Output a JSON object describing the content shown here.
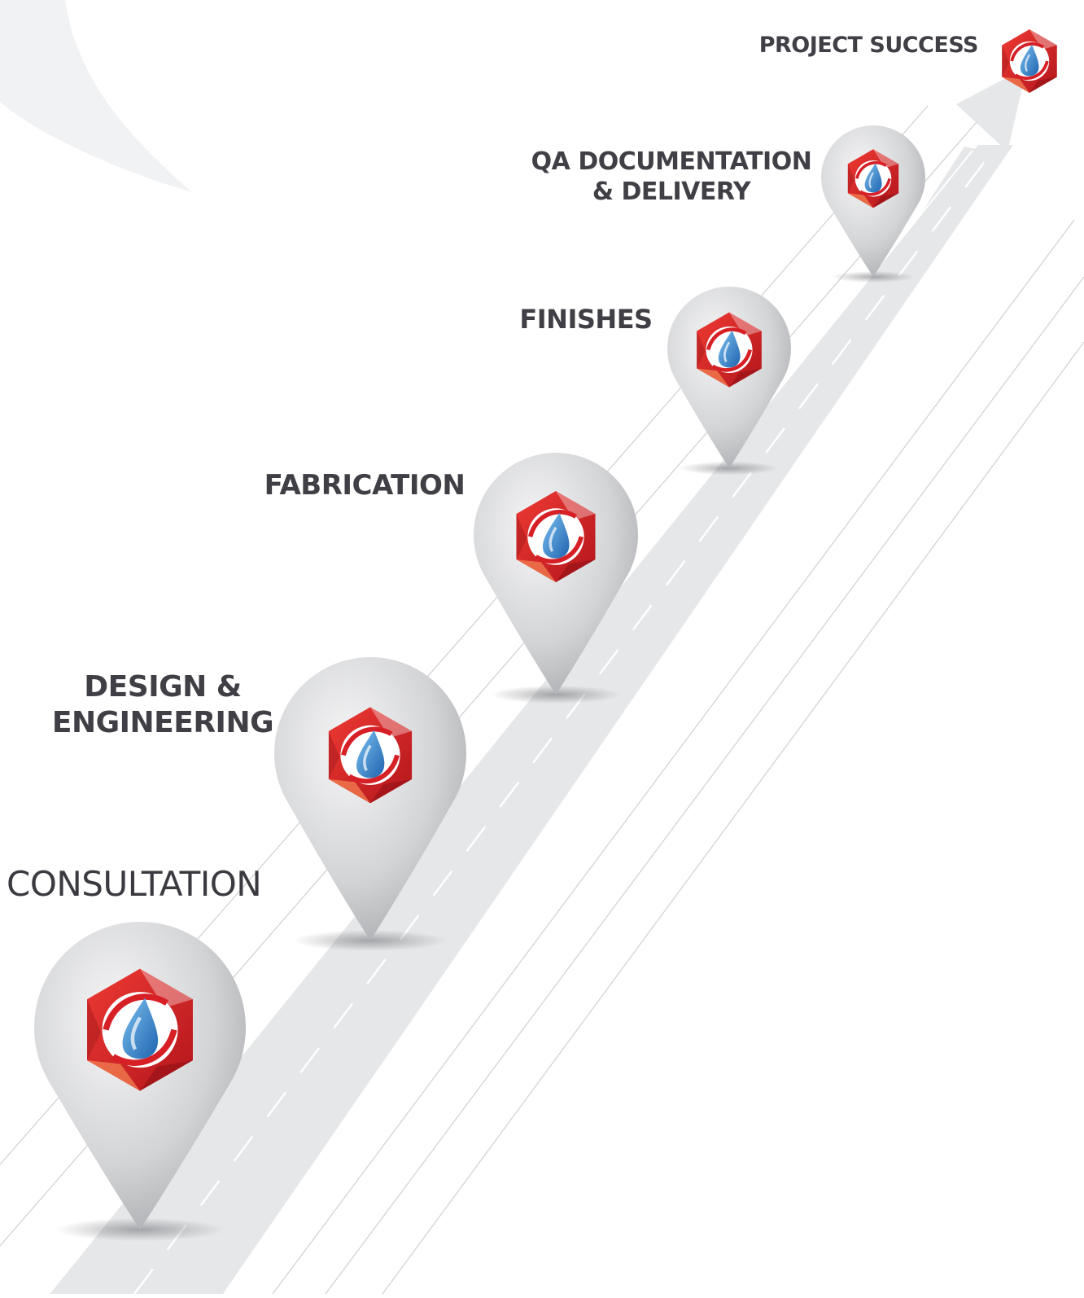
{
  "steps": [
    {
      "id": "consultation",
      "lines": [
        "CONSULTATION"
      ]
    },
    {
      "id": "design",
      "lines": [
        "DESIGN &",
        "ENGINEERING"
      ]
    },
    {
      "id": "fabrication",
      "lines": [
        "FABRICATION"
      ]
    },
    {
      "id": "finishes",
      "lines": [
        "FINISHES"
      ]
    },
    {
      "id": "qa",
      "lines": [
        "QA DOCUMENTATION",
        "& DELIVERY"
      ]
    },
    {
      "id": "success",
      "lines": [
        "PROJECT SUCCESS"
      ]
    }
  ],
  "colors": {
    "road": "#e6e7e9",
    "road_lines": "#ffffff",
    "background_swoosh": "#f1f2f4",
    "pin_light": "#f4f4f5",
    "pin_dark": "#a9aaae",
    "logo_red": "#d71f26",
    "logo_red_dark": "#a8161c",
    "logo_blue": "#2b7bc4",
    "text": "#3f3f45"
  },
  "icons": {
    "pin": "map-pin-icon",
    "logo": "hexagon-droplet-logo-icon"
  }
}
